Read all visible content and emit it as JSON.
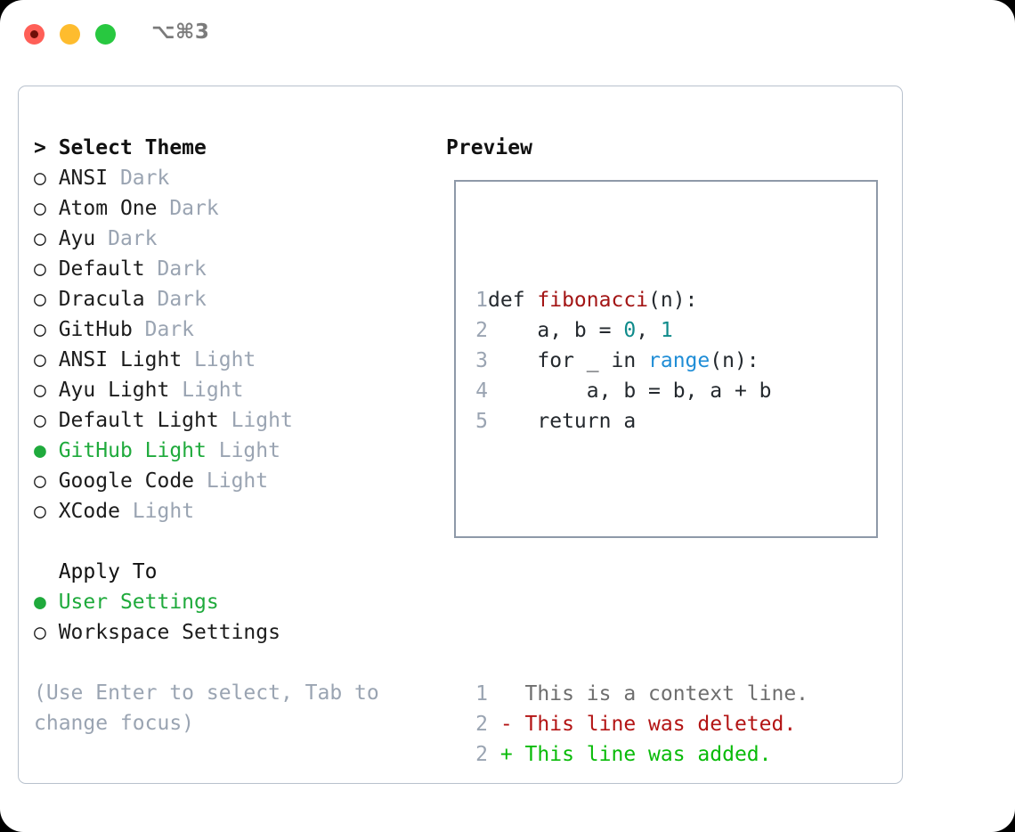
{
  "titlebar": {
    "shortcut": "⌥⌘3",
    "buttons": [
      {
        "name": "close",
        "color": "#ff5f57"
      },
      {
        "name": "minimize",
        "color": "#febc2e"
      },
      {
        "name": "maximize",
        "color": "#28c840"
      }
    ]
  },
  "theme_list": {
    "header_prefix": "> ",
    "header": "Select Theme",
    "marker_selected": "●",
    "marker_unselected": "○",
    "selected_color": "#1faa3c",
    "items": [
      {
        "marker": "○",
        "label": "ANSI",
        "suffix": "Dark",
        "selected": false
      },
      {
        "marker": "○",
        "label": "Atom One",
        "suffix": "Dark",
        "selected": false
      },
      {
        "marker": "○",
        "label": "Ayu",
        "suffix": "Dark",
        "selected": false
      },
      {
        "marker": "○",
        "label": "Default",
        "suffix": "Dark",
        "selected": false
      },
      {
        "marker": "○",
        "label": "Dracula",
        "suffix": "Dark",
        "selected": false
      },
      {
        "marker": "○",
        "label": "GitHub",
        "suffix": "Dark",
        "selected": false
      },
      {
        "marker": "○",
        "label": "ANSI Light",
        "suffix": "Light",
        "selected": false
      },
      {
        "marker": "○",
        "label": "Ayu Light",
        "suffix": "Light",
        "selected": false
      },
      {
        "marker": "○",
        "label": "Default Light",
        "suffix": "Light",
        "selected": false
      },
      {
        "marker": "●",
        "label": "GitHub Light",
        "suffix": "Light",
        "selected": true
      },
      {
        "marker": "○",
        "label": "Google Code",
        "suffix": "Light",
        "selected": false
      },
      {
        "marker": "○",
        "label": "XCode",
        "suffix": "Light",
        "selected": false
      }
    ]
  },
  "apply_to": {
    "header": "Apply To",
    "items": [
      {
        "marker": "●",
        "label": "User Settings",
        "selected": true
      },
      {
        "marker": "○",
        "label": "Workspace Settings",
        "selected": false
      }
    ]
  },
  "hint": "(Use Enter to select, Tab to change focus)",
  "preview": {
    "title": "Preview",
    "code_lines": [
      {
        "num": "1",
        "parts": [
          {
            "t": "def ",
            "c": "code-text"
          },
          {
            "t": "fibonacci",
            "c": "tok-fn"
          },
          {
            "t": "(n):",
            "c": "code-text"
          }
        ]
      },
      {
        "num": "2",
        "parts": [
          {
            "t": "    a, b = ",
            "c": "code-text"
          },
          {
            "t": "0",
            "c": "tok-num"
          },
          {
            "t": ", ",
            "c": "code-text"
          },
          {
            "t": "1",
            "c": "tok-num"
          }
        ]
      },
      {
        "num": "3",
        "parts": [
          {
            "t": "    for _ in ",
            "c": "code-text"
          },
          {
            "t": "range",
            "c": "tok-call"
          },
          {
            "t": "(n):",
            "c": "code-text"
          }
        ]
      },
      {
        "num": "4",
        "parts": [
          {
            "t": "        a, b = b, a + b",
            "c": "code-text"
          }
        ]
      },
      {
        "num": "5",
        "parts": [
          {
            "t": "    return a",
            "c": "code-text"
          }
        ]
      }
    ],
    "diff_lines": [
      {
        "num": "1",
        "parts": [
          {
            "t": "   This is a context line.",
            "c": "diff-ctx"
          }
        ]
      },
      {
        "num": "2",
        "parts": [
          {
            "t": " - This line was deleted.",
            "c": "diff-del"
          }
        ]
      },
      {
        "num": "2",
        "parts": [
          {
            "t": " + This line was added.",
            "c": "diff-add"
          }
        ]
      }
    ]
  }
}
